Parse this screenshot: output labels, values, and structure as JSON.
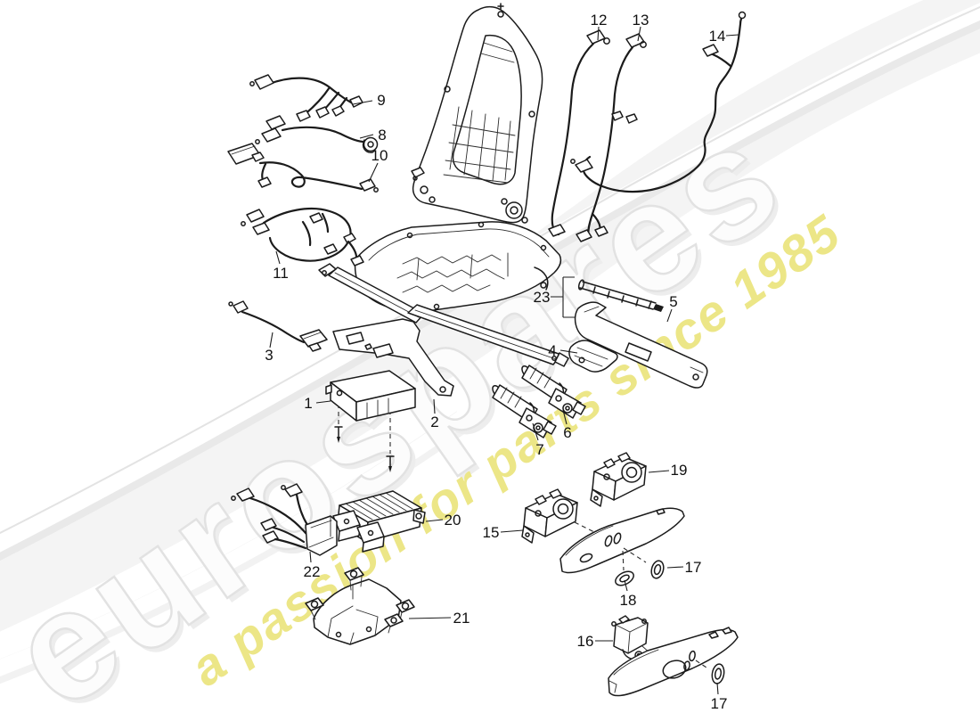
{
  "page": {
    "background": "#ffffff",
    "ink_color": "#1b1b1b"
  },
  "watermark": {
    "brand": "eurospares",
    "tagline": "a passion for parts since 1985",
    "brand_fill": "#fcfcfc",
    "brand_outline": "#e2e2e2",
    "tagline_color": "#ece687"
  },
  "callouts": {
    "c1": "1",
    "c2": "2",
    "c3": "3",
    "c4": "4",
    "c5": "5",
    "c6": "6",
    "c7": "7",
    "c8": "8",
    "c9": "9",
    "c10": "10",
    "c11": "11",
    "c12": "12",
    "c13": "13",
    "c14": "14",
    "c15": "15",
    "c16": "16",
    "c17a": "17",
    "c17b": "17",
    "c18": "18",
    "c19": "19",
    "c20": "20",
    "c21": "21",
    "c22": "22",
    "c23": "23"
  }
}
